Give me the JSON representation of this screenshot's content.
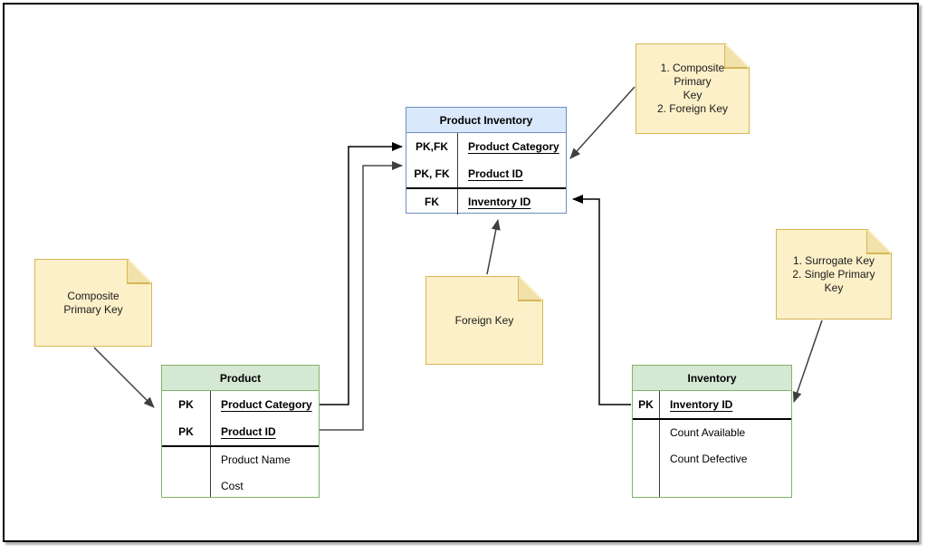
{
  "diagram": {
    "tables": [
      {
        "id": "product_inventory",
        "title": "Product Inventory",
        "rows": [
          {
            "key": "PK,FK",
            "field": "Product Category"
          },
          {
            "key": "PK, FK",
            "field": "Product ID"
          },
          {
            "key": "FK",
            "field": "Inventory ID"
          }
        ]
      },
      {
        "id": "product",
        "title": "Product",
        "rows": [
          {
            "key": "PK",
            "field": "Product Category"
          },
          {
            "key": "PK",
            "field": "Product ID"
          },
          {
            "key": "",
            "field": "Product Name"
          },
          {
            "key": "",
            "field": "Cost"
          }
        ]
      },
      {
        "id": "inventory",
        "title": "Inventory",
        "rows": [
          {
            "key": "PK",
            "field": "Inventory ID"
          },
          {
            "key": "",
            "field": "Count Available"
          },
          {
            "key": "",
            "field": "Count Defective"
          }
        ]
      }
    ],
    "notes": [
      {
        "id": "note-composite-pk-fk",
        "text": "1. Composite Primary\nKey\n2. Foreign Key"
      },
      {
        "id": "note-composite-pk",
        "text": "Composite\nPrimary Key"
      },
      {
        "id": "note-foreign-key",
        "text": "Foreign Key"
      },
      {
        "id": "note-surrogate-key",
        "text": "1. Surrogate Key\n2. Single Primary Key"
      }
    ],
    "colors": {
      "blue_header": "#dae8fc",
      "blue_border": "#6c8ebf",
      "green_header": "#d5e8d4",
      "green_border": "#82b366",
      "note_fill": "#fcf0c8",
      "note_border": "#d6b656",
      "connector": "#000000"
    }
  }
}
